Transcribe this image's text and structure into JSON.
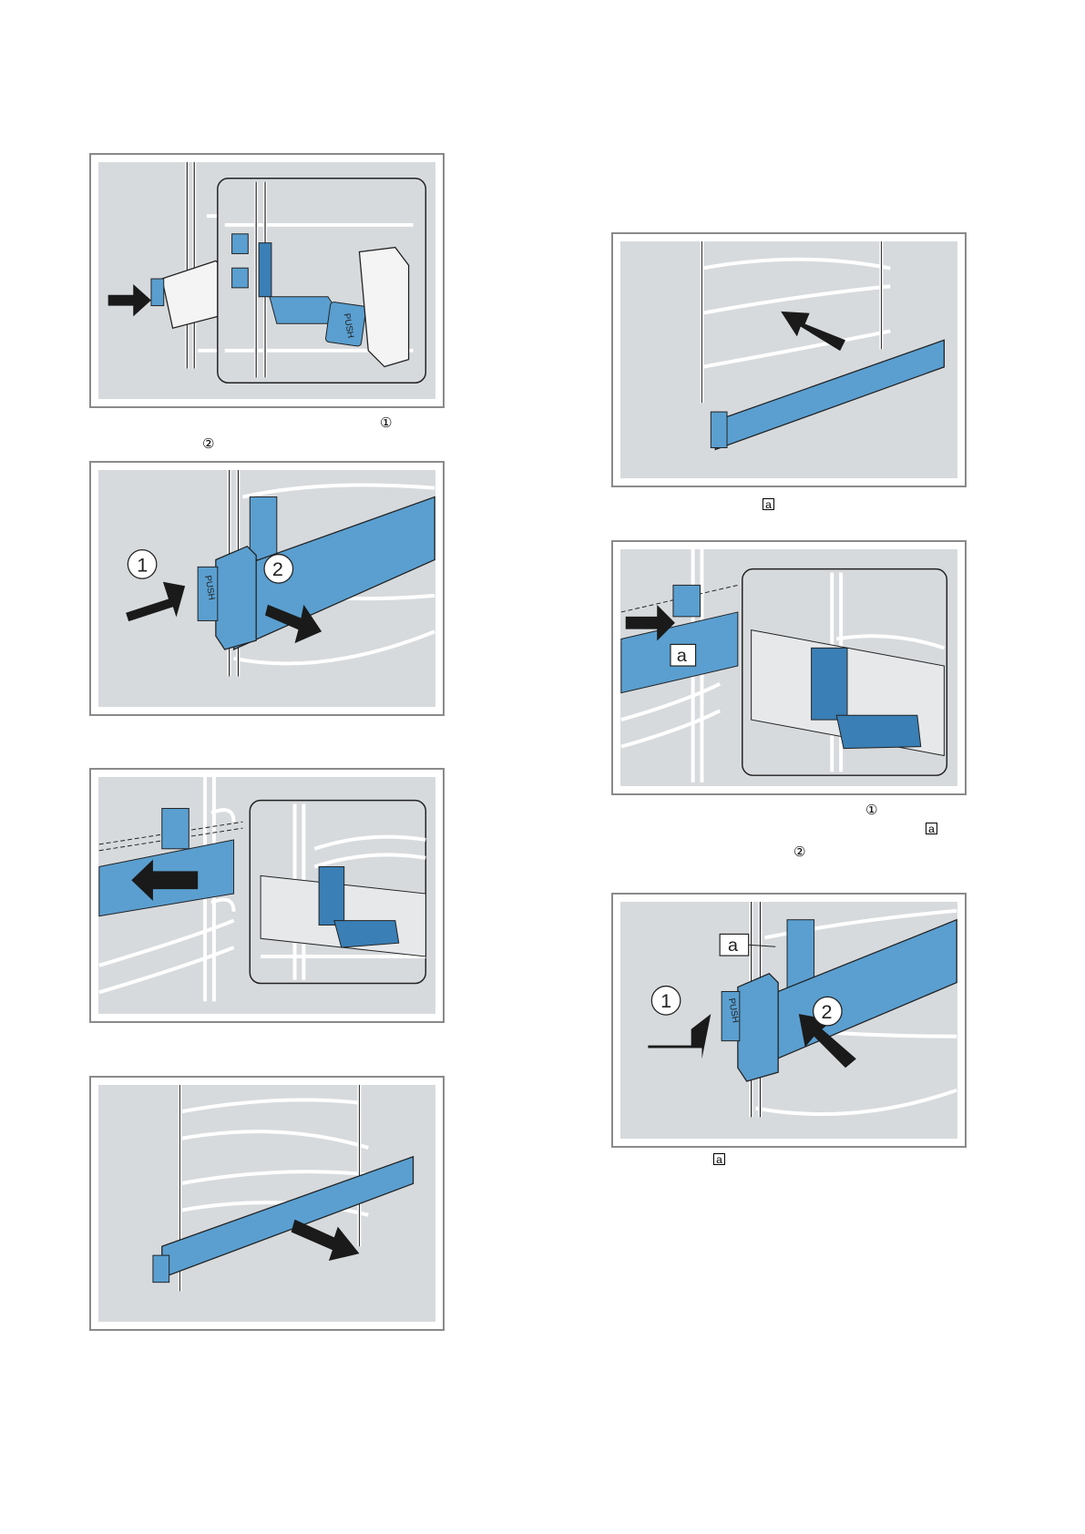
{
  "markers": {
    "circle_one": "①",
    "circle_two": "②",
    "letter_a": "a",
    "push": "PUSH",
    "num_one": "1",
    "num_two": "2"
  },
  "colors": {
    "panel_bg": "#d7dadd",
    "blue_part": "#5a9fd0",
    "blue_dark": "#3a7fb5",
    "arrow": "#1a1a1a",
    "wire": "#ffffff"
  },
  "icons": {
    "arrow": "arrow-icon",
    "rail": "telescopic-rail-icon",
    "rack": "wire-rack-icon"
  }
}
